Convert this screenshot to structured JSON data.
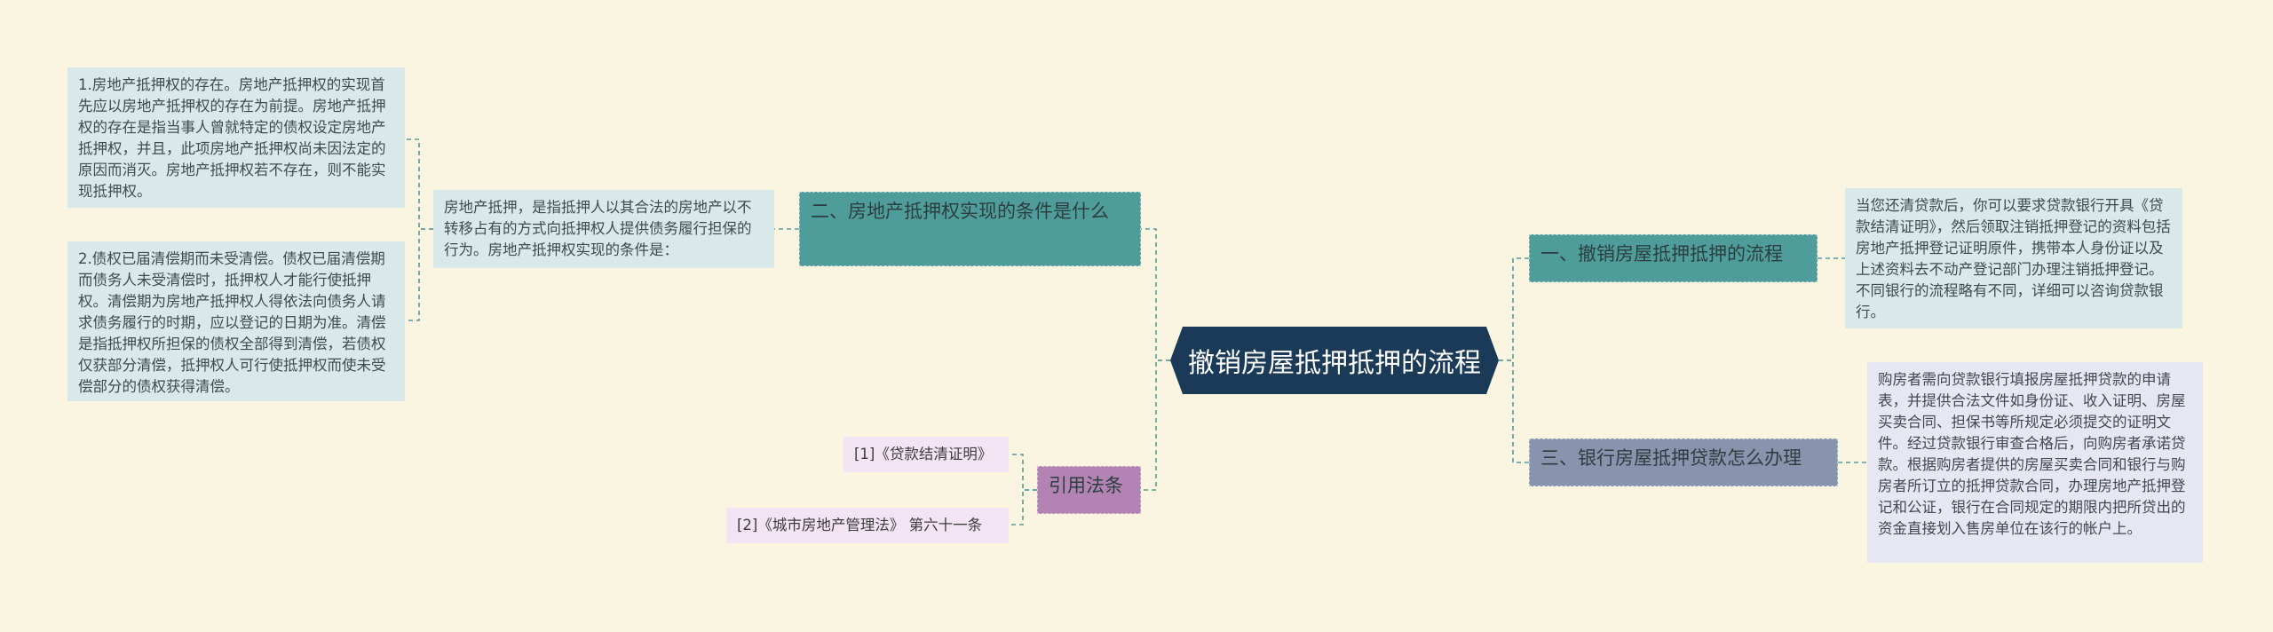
{
  "root": {
    "label": "撤销房屋抵押抵押的流程"
  },
  "branches": {
    "b1": {
      "label": "一、撤销房屋抵押抵押的流程"
    },
    "b2": {
      "label": "二、房地产抵押权实现的条件是什么"
    },
    "b3": {
      "label": "三、银行房屋抵押贷款怎么办理"
    },
    "refs": {
      "label": "引用法条"
    }
  },
  "leaves": {
    "b1_text": "当您还清贷款后，你可以要求贷款银行开具《贷款结清证明》，然后领取注销抵押登记的资料包括房地产抵押登记证明原件，携带本人身份证以及上述资料去不动产登记部门办理注销抵押登记。不同银行的流程略有不同，详细可以咨询贷款银行。",
    "b3_text": "购房者需向贷款银行填报房屋抵押贷款的申请表，并提供合法文件如身份证、收入证明、房屋买卖合同、担保书等所规定必须提交的证明文件。经过贷款银行审查合格后，向购房者承诺贷款。根据购房者提供的房屋买卖合同和银行与购房者所订立的抵押贷款合同，办理房地产抵押登记和公证，银行在合同规定的期限内把所贷出的资金直接划入售房单位在该行的帐户上。",
    "b2_mid": "房地产抵押，是指抵押人以其合法的房地产以不转移占有的方式向抵押权人提供债务履行担保的行为。房地产抵押权实现的条件是：",
    "b2_item1": "1.房地产抵押权的存在。房地产抵押权的实现首先应以房地产抵押权的存在为前提。房地产抵押权的存在是指当事人曾就特定的债权设定房地产抵押权，并且，此项房地产抵押权尚未因法定的原因而消灭。房地产抵押权若不存在，则不能实现抵押权。",
    "b2_item2": "2.债权已届清偿期而未受清偿。债权已届清偿期而债务人未受清偿时，抵押权人才能行使抵押权。清偿期为房地产抵押权人得依法向债务人请求债务履行的时期，应以登记的日期为准。清偿是指抵押权所担保的债权全部得到清偿，若债权仅获部分清偿，抵押权人可行使抵押权而使未受偿部分的债权获得清偿。",
    "ref1": "[1]《贷款结清证明》",
    "ref2": "[2]《城市房地产管理法》 第六十一条"
  },
  "colors": {
    "background": "#faf5e1",
    "root": "#1b3a57",
    "teal_branch": "#4f9d9a",
    "slate_branch": "#8893ad",
    "purple_branch": "#b283b3",
    "leaf_teal": "#d9e9ea",
    "leaf_lilac": "#e6e7f3",
    "leaf_pink": "#f2e4f3",
    "connector": "#5a9a9a"
  }
}
